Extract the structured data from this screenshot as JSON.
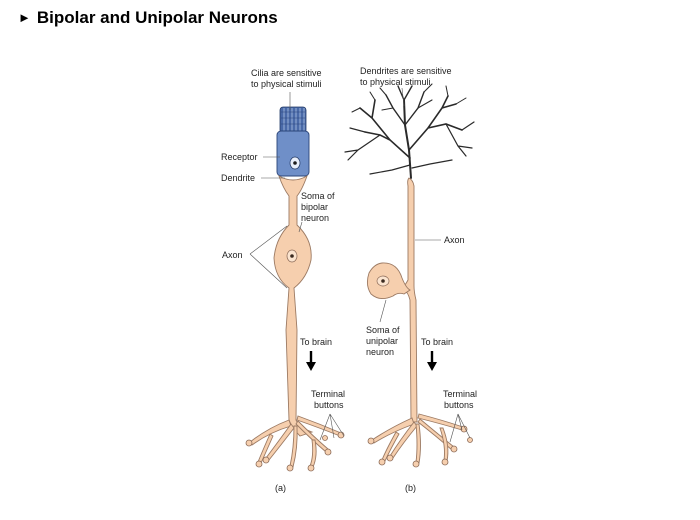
{
  "title": "Bipolar and Unipolar Neurons",
  "title_icon": "right-triangle-bullet-icon",
  "labels": {
    "cilia_line1": "Cilia are sensitive",
    "cilia_line2": "to physical stimuli",
    "receptor": "Receptor",
    "dendrite": "Dendrite",
    "soma_bipolar_line1": "Soma of",
    "soma_bipolar_line2": "bipolar",
    "soma_bipolar_line3": "neuron",
    "axon_left": "Axon",
    "to_brain_a": "To brain",
    "terminal_a_line1": "Terminal",
    "terminal_a_line2": "buttons",
    "caption_a": "(a)",
    "dendrites_line1": "Dendrites are sensitive",
    "dendrites_line2": "to physical stimuli",
    "axon_right": "Axon",
    "soma_unipolar_line1": "Soma of",
    "soma_unipolar_line2": "unipolar",
    "soma_unipolar_line3": "neuron",
    "to_brain_b": "To brain",
    "terminal_b_line1": "Terminal",
    "terminal_b_line2": "buttons",
    "caption_b": "(b)"
  },
  "colors": {
    "neuron_fill": "#f6cfae",
    "receptor_fill": "#6f8fc8",
    "cilia_fill": "#4a6aa8",
    "dendrite_stroke": "#2a2a2a"
  }
}
